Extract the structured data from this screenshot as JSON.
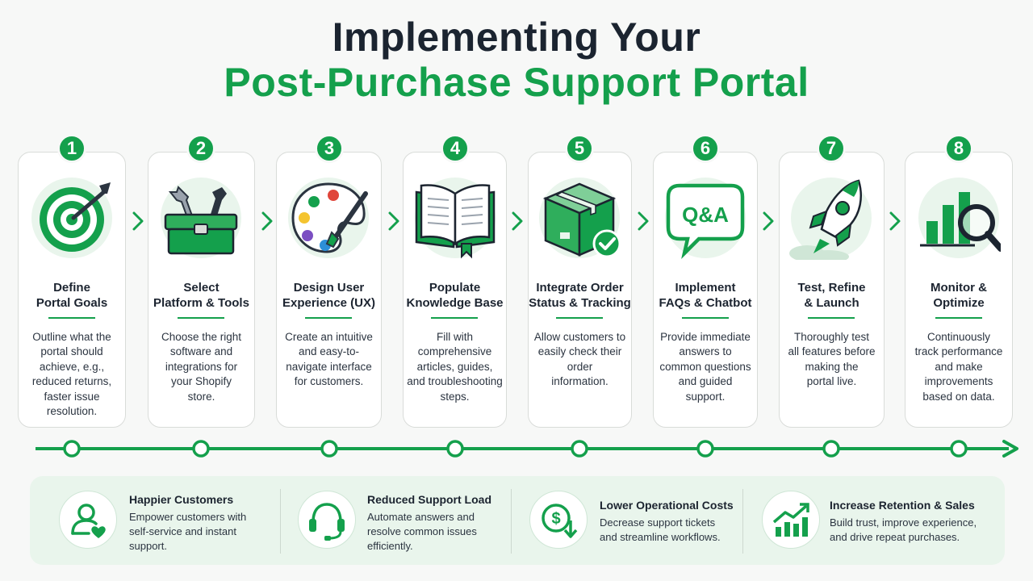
{
  "title": {
    "line1": "Implementing Your",
    "line2": "Post-Purchase Support Portal"
  },
  "colors": {
    "accent": "#14a04c",
    "dark": "#1c2430",
    "panel": "#e9f5ec"
  },
  "steps": [
    {
      "number": "1",
      "icon": "target-icon",
      "title_l1": "Define",
      "title_l2": "Portal Goals",
      "desc": [
        "Outline what the",
        "portal should",
        "achieve, e.g.,",
        "reduced returns,",
        "faster issue",
        "resolution."
      ]
    },
    {
      "number": "2",
      "icon": "toolbox-icon",
      "title_l1": "Select",
      "title_l2": "Platform & Tools",
      "desc": [
        "Choose the right",
        "software and",
        "integrations for",
        "your Shopify",
        "store."
      ]
    },
    {
      "number": "3",
      "icon": "palette-icon",
      "title_l1": "Design User",
      "title_l2": "Experience (UX)",
      "desc": [
        "Create an intuitive",
        "and easy-to-",
        "navigate interface",
        "for customers."
      ]
    },
    {
      "number": "4",
      "icon": "book-icon",
      "title_l1": "Populate",
      "title_l2": "Knowledge Base",
      "desc": [
        "Fill with",
        "comprehensive",
        "articles, guides,",
        "and troubleshooting",
        "steps."
      ]
    },
    {
      "number": "5",
      "icon": "package-check-icon",
      "title_l1": "Integrate Order",
      "title_l2": "Status & Tracking",
      "desc": [
        "Allow customers to",
        "easily check their",
        "order",
        "information."
      ]
    },
    {
      "number": "6",
      "icon": "qa-bubble-icon",
      "title_l1": "Implement",
      "title_l2": "FAQs & Chatbot",
      "desc": [
        "Provide immediate",
        "answers to",
        "common questions",
        "and guided",
        "support."
      ]
    },
    {
      "number": "7",
      "icon": "rocket-icon",
      "title_l1": "Test, Refine",
      "title_l2": "& Launch",
      "desc": [
        "Thoroughly test",
        "all features before",
        "making the",
        "portal live."
      ]
    },
    {
      "number": "8",
      "icon": "analytics-magnifier-icon",
      "title_l1": "Monitor &",
      "title_l2": "Optimize",
      "desc": [
        "Continuously",
        "track performance",
        "and make",
        "improvements",
        "based on data."
      ]
    }
  ],
  "qa_label": "Q&A",
  "benefits": [
    {
      "icon": "customer-heart-icon",
      "title": "Happier Customers",
      "desc": [
        "Empower customers with",
        "self-service and instant",
        "support."
      ]
    },
    {
      "icon": "headset-icon",
      "title": "Reduced Support Load",
      "desc": [
        "Automate answers and",
        "resolve common issues",
        "efficiently."
      ]
    },
    {
      "icon": "dollar-down-icon",
      "title": "Lower Operational Costs",
      "desc": [
        "Decrease support tickets",
        "and streamline workflows."
      ]
    },
    {
      "icon": "growth-chart-icon",
      "title": "Increase Retention & Sales",
      "desc": [
        "Build trust, improve experience,",
        "and drive repeat purchases."
      ]
    }
  ]
}
